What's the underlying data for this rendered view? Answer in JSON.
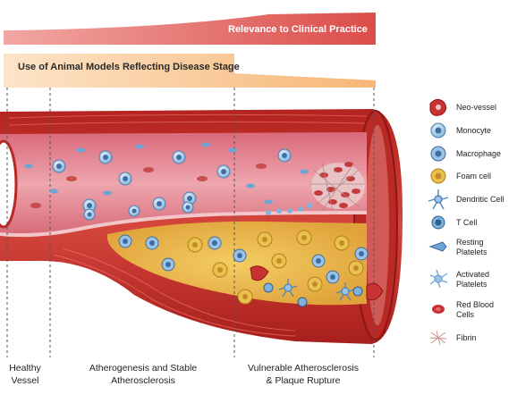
{
  "banners": {
    "relevance": "Relevance to Clinical Practice",
    "animal_models": "Use of Animal Models Reflecting Disease Stage"
  },
  "stages": [
    {
      "line1": "Healthy",
      "line2": "Vessel"
    },
    {
      "line1": "Atherogenesis and Stable",
      "line2": "Atherosclerosis"
    },
    {
      "line1": "Vulnerable Atherosclerosis",
      "line2": "& Plaque Rupture"
    }
  ],
  "legend": [
    {
      "label": "Neo-vessel",
      "icon": "neo-vessel-icon"
    },
    {
      "label": "Monocyte",
      "icon": "monocyte-icon"
    },
    {
      "label": "Macrophage",
      "icon": "macrophage-icon"
    },
    {
      "label": "Foam cell",
      "icon": "foam-cell-icon"
    },
    {
      "label": "Dendritic Cell",
      "icon": "dendritic-cell-icon"
    },
    {
      "label": "T Cell",
      "icon": "t-cell-icon"
    },
    {
      "label": "Resting Platelets",
      "icon": "resting-platelet-icon"
    },
    {
      "label": "Activated Platelets",
      "icon": "activated-platelet-icon"
    },
    {
      "label": "Red Blood Cells",
      "icon": "red-blood-cell-icon"
    },
    {
      "label": "Fibrin",
      "icon": "fibrin-icon"
    }
  ],
  "colors": {
    "banner_red": "#e05a56",
    "banner_orange": "#f4b06a",
    "vessel_wall": "#c9302c",
    "lumen": "#e8909a",
    "plaque": "#e9b84a",
    "cell_blue": "#4f8fc4"
  }
}
